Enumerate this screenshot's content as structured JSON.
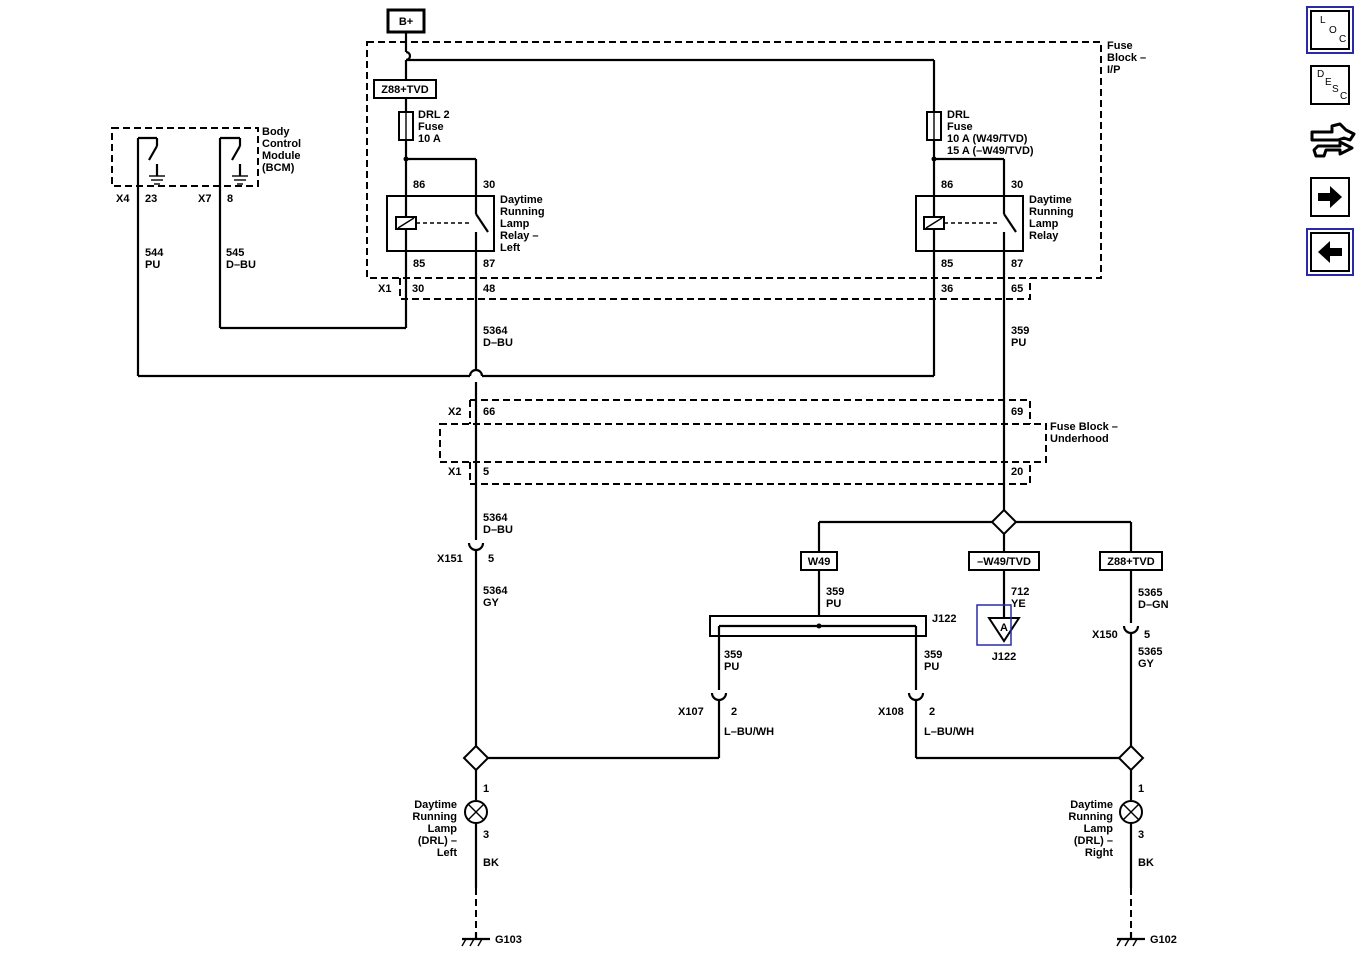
{
  "supply": {
    "label": "B+"
  },
  "fuse_block_ip": {
    "name_line1": "Fuse",
    "name_line2": "Block –",
    "name_line3": "I/P",
    "option_box": "Z88+TVD",
    "connector_x1": "X1"
  },
  "drl2_fuse": {
    "line1": "DRL 2",
    "line2": "Fuse",
    "line3": "10 A"
  },
  "drl_fuse": {
    "line1": "DRL",
    "line2": "Fuse",
    "line3": "10 A (W49/TVD)",
    "line4": "15 A (–W49/TVD)"
  },
  "relay_left": {
    "line1": "Daytime",
    "line2": "Running",
    "line3": "Lamp",
    "line4": "Relay –",
    "line5": "Left",
    "pin_86": "86",
    "pin_30": "30",
    "pin_85": "85",
    "pin_87": "87",
    "x1_pin_a": "30",
    "x1_pin_b": "48"
  },
  "relay_right": {
    "line1": "Daytime",
    "line2": "Running",
    "line3": "Lamp",
    "line4": "Relay",
    "pin_86": "86",
    "pin_30": "30",
    "pin_85": "85",
    "pin_87": "87",
    "x1_pin_a": "36",
    "x1_pin_b": "65"
  },
  "bcm": {
    "line1": "Body",
    "line2": "Control",
    "line3": "Module",
    "line4": "(BCM)",
    "conn_x4": "X4",
    "pin_x4": "23",
    "conn_x7": "X7",
    "pin_x7": "8"
  },
  "wires": {
    "w544": {
      "circuit": "544",
      "color": "PU"
    },
    "w545": {
      "circuit": "545",
      "color": "D–BU"
    },
    "w5364_top": {
      "circuit": "5364",
      "color": "D–BU"
    },
    "w359_top": {
      "circuit": "359",
      "color": "PU"
    },
    "w5364_mid": {
      "circuit": "5364",
      "color": "D–BU"
    },
    "w5364_gy": {
      "circuit": "5364",
      "color": "GY"
    },
    "w359_w49": {
      "circuit": "359",
      "color": "PU"
    },
    "w712": {
      "circuit": "712",
      "color": "YE"
    },
    "w5365_dgn": {
      "circuit": "5365",
      "color": "D–GN"
    },
    "w5365_gy": {
      "circuit": "5365",
      "color": "GY"
    },
    "w359_left": {
      "circuit": "359",
      "color": "PU"
    },
    "w359_right": {
      "circuit": "359",
      "color": "PU"
    },
    "x107_color": "L–BU/WH",
    "x108_color": "L–BU/WH",
    "bk_left": "BK",
    "bk_right": "BK"
  },
  "fuse_block_underhood": {
    "name_line1": "Fuse Block –",
    "name_line2": "Underhood",
    "conn_x2": "X2",
    "x2_pin_a": "66",
    "x2_pin_b": "69",
    "conn_x1": "X1",
    "x1_pin_a": "5",
    "x1_pin_b": "20"
  },
  "options": {
    "w49": "W49",
    "not_w49": "–W49/TVD",
    "z88": "Z88+TVD"
  },
  "connectors": {
    "x151": "X151",
    "x151_pin": "5",
    "x150": "X150",
    "x150_pin": "5",
    "x107": "X107",
    "x107_pin": "2",
    "x108": "X108",
    "x108_pin": "2",
    "j122": "J122",
    "j122_ref": "A",
    "j122_label": "J122"
  },
  "lamp_left": {
    "line1": "Daytime",
    "line2": "Running",
    "line3": "Lamp",
    "line4": "(DRL) –",
    "line5": "Left",
    "pin_1": "1",
    "pin_3": "3"
  },
  "lamp_right": {
    "line1": "Daytime",
    "line2": "Running",
    "line3": "Lamp",
    "line4": "(DRL) –",
    "line5": "Right",
    "pin_1": "1",
    "pin_3": "3"
  },
  "grounds": {
    "left": "G103",
    "right": "G102"
  },
  "nav": {
    "loc": {
      "l1": "L",
      "l2": "O",
      "l3": "C",
      "icon": "location-icon"
    },
    "desc": {
      "l1": "D",
      "l2": "E",
      "l3": "S",
      "l4": "C",
      "icon": "description-icon"
    },
    "connector_icon": "connector-icon",
    "next_icon": "arrow-right-icon",
    "prev_icon": "arrow-left-icon"
  },
  "colors": {
    "ink": "#000000",
    "selection": "#2a2aa8",
    "background": "#ffffff"
  }
}
